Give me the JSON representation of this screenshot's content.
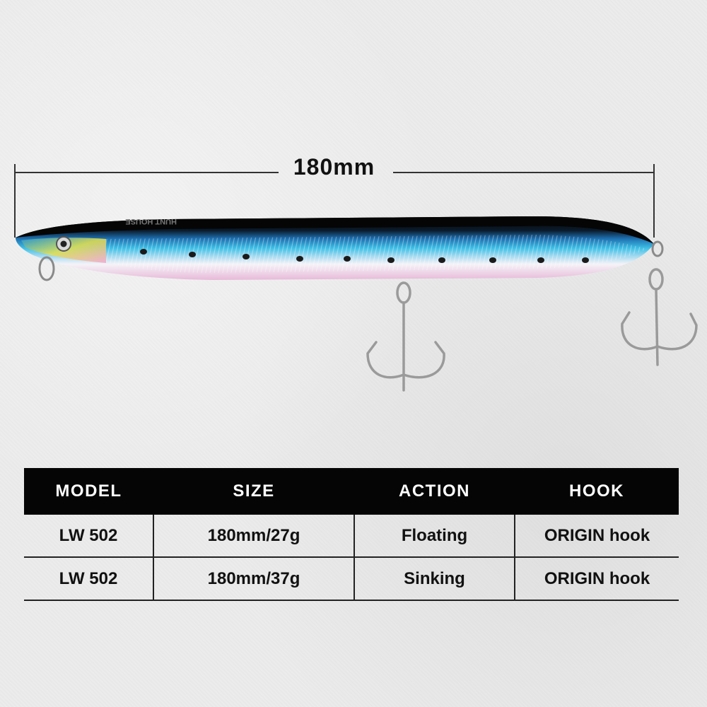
{
  "dimension": {
    "label": "180mm"
  },
  "lure": {
    "brand_text": "HUNT HOUSE"
  },
  "colors": {
    "back": "#050505",
    "flank": "#2aa6d8",
    "belly": "#f2d9e8",
    "header_bg": "#050505"
  },
  "table": {
    "headers": [
      "MODEL",
      "SIZE",
      "ACTION",
      "HOOK"
    ],
    "rows": [
      [
        "LW 502",
        "180mm/27g",
        "Floating",
        "ORIGIN hook"
      ],
      [
        "LW 502",
        "180mm/37g",
        "Sinking",
        "ORIGIN hook"
      ]
    ]
  }
}
